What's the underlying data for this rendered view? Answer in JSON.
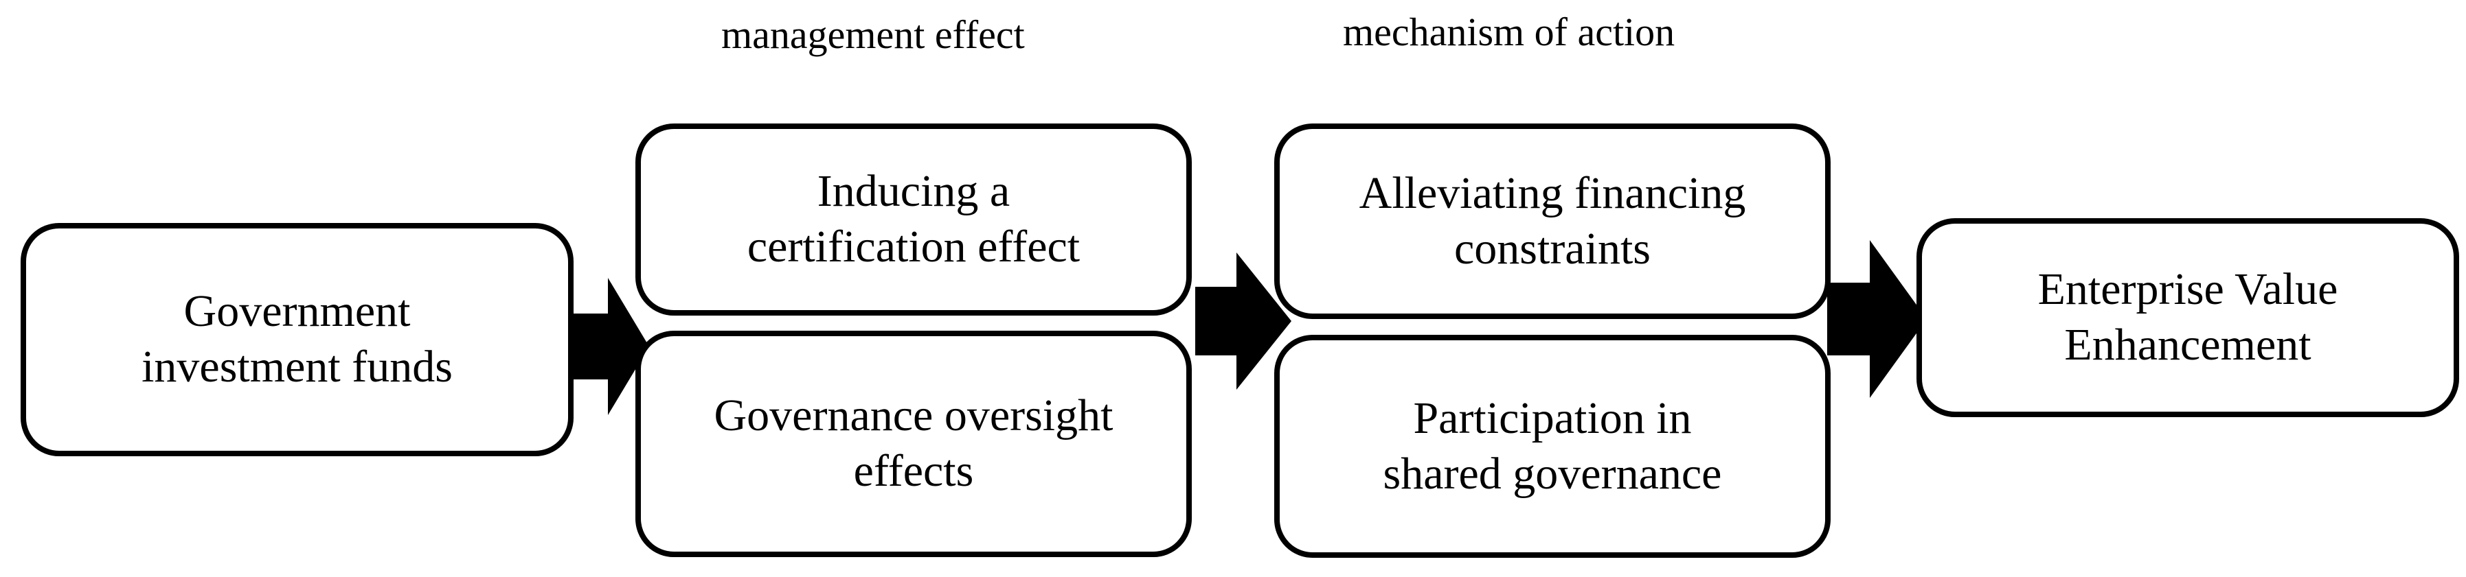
{
  "headers": {
    "management_effect": "management effect",
    "mechanism_of_action": "mechanism of action"
  },
  "boxes": {
    "government_funds": [
      "Government",
      "investment funds"
    ],
    "certification_effect": [
      "Inducing a",
      "certification effect"
    ],
    "governance_oversight": [
      "Governance oversight",
      "effects"
    ],
    "financing_constraints": [
      "Alleviating financing",
      "constraints"
    ],
    "shared_governance": [
      "Participation in",
      "shared governance"
    ],
    "enterprise_value": [
      "Enterprise Value",
      "Enhancement"
    ]
  }
}
